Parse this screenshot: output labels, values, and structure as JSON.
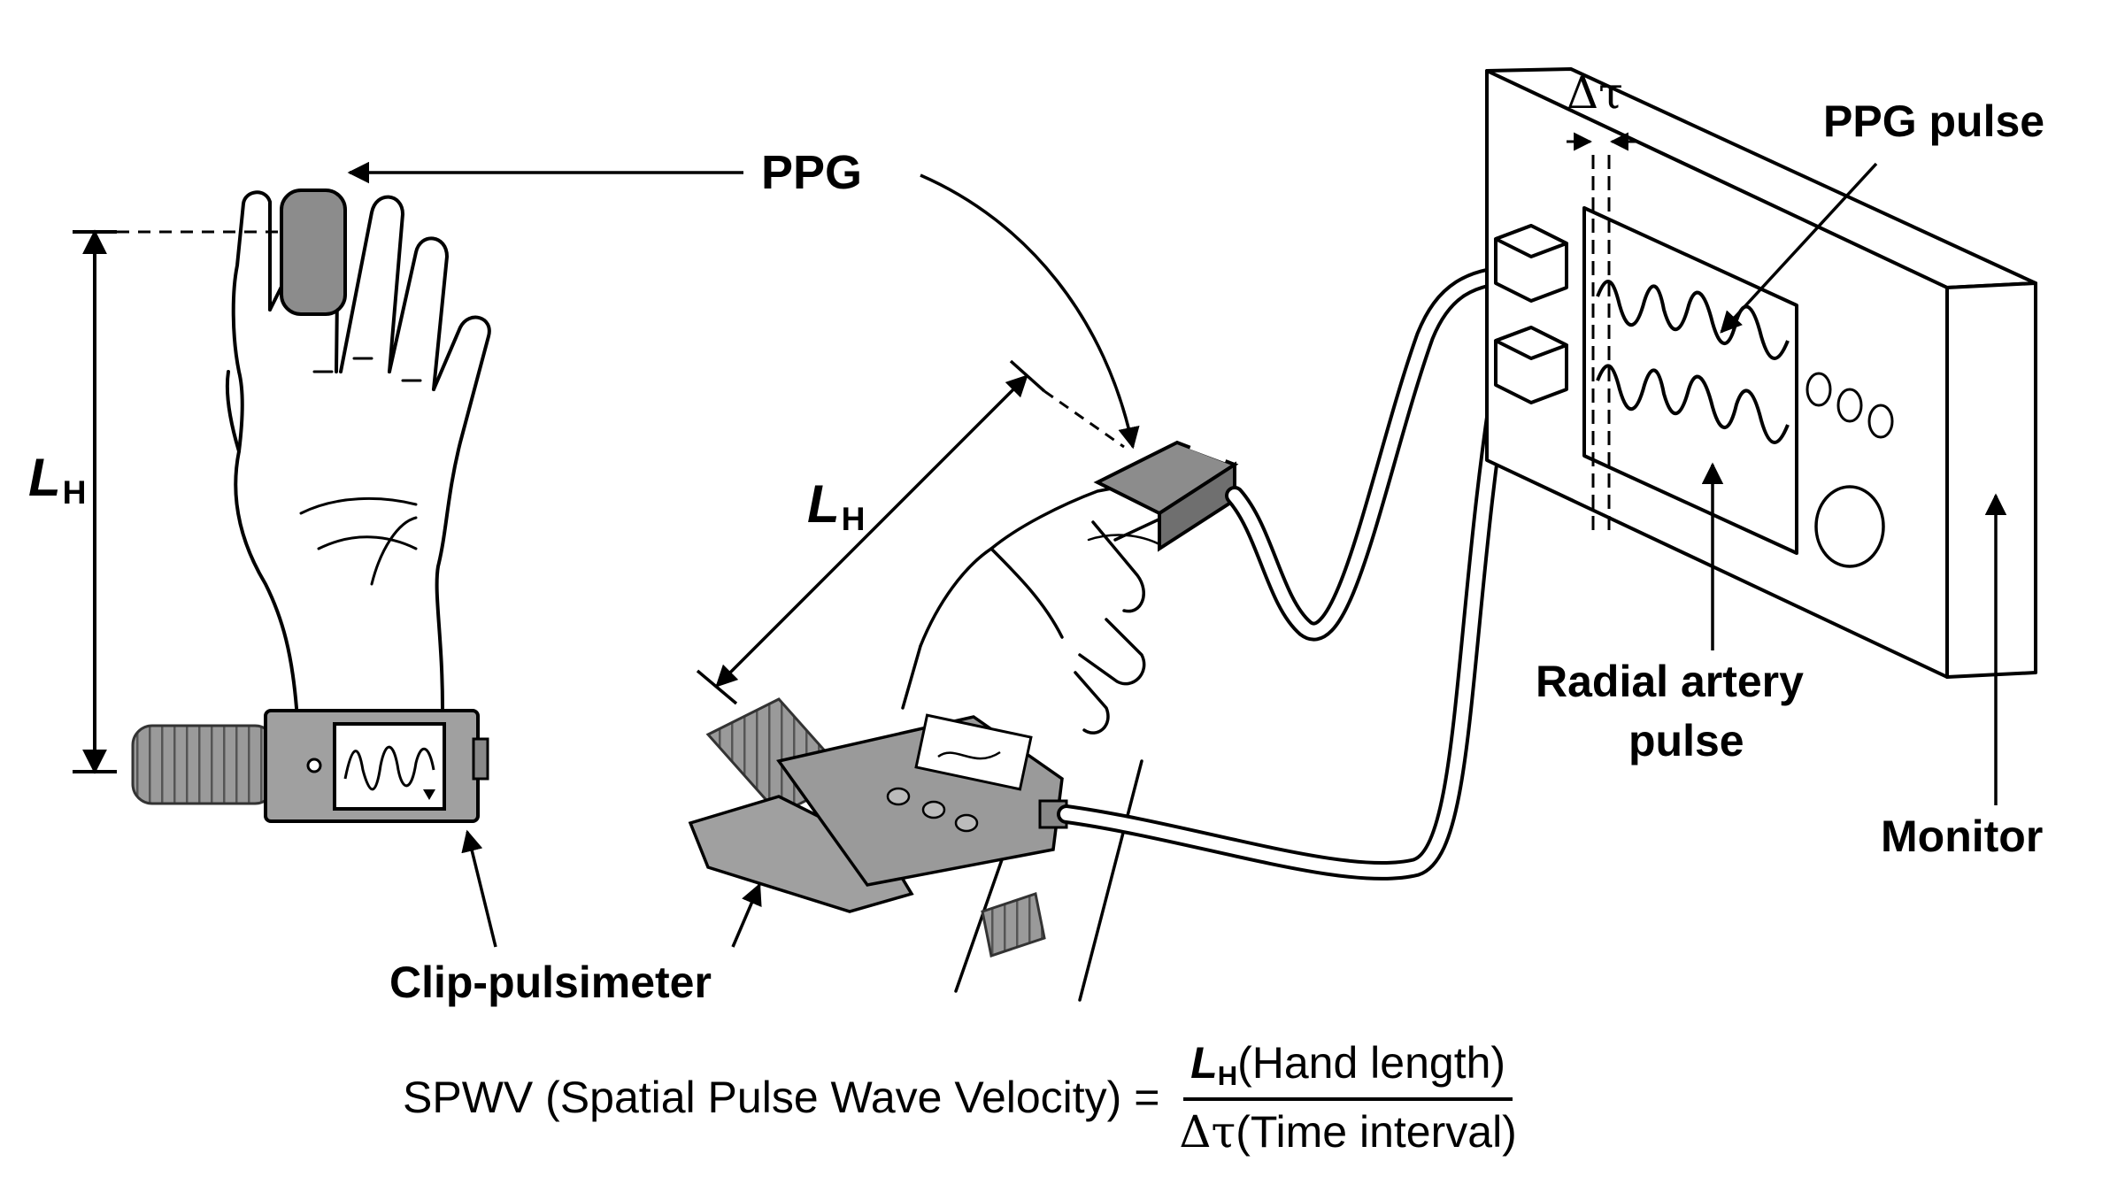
{
  "labels": {
    "ppg": "PPG",
    "ppg_pulse": "PPG pulse",
    "delta_tau": "Δτ",
    "radial_line1": "Radial artery",
    "radial_line2": "pulse",
    "monitor": "Monitor",
    "clip_pulsimeter": "Clip-pulsimeter",
    "lh_symbol": "L",
    "lh_subscript": "H"
  },
  "formula": {
    "lhs": "SPWV (Spatial Pulse Wave Velocity) =",
    "numerator_symbol": "L",
    "numerator_subscript": "H",
    "numerator_text": "(Hand length)",
    "denominator_symbol": "Δτ",
    "denominator_text": "(Time interval)"
  },
  "icons": [
    "hand-illustration",
    "wrist-device-icon",
    "ppg-finger-sensor-icon",
    "clip-pulsimeter-icon",
    "monitor-device-icon",
    "waveform-display-icon"
  ],
  "colors": {
    "ink": "#000000",
    "sensor_gray": "#8c8c8c",
    "device_gray": "#a0a0a0",
    "paper": "#ffffff"
  }
}
